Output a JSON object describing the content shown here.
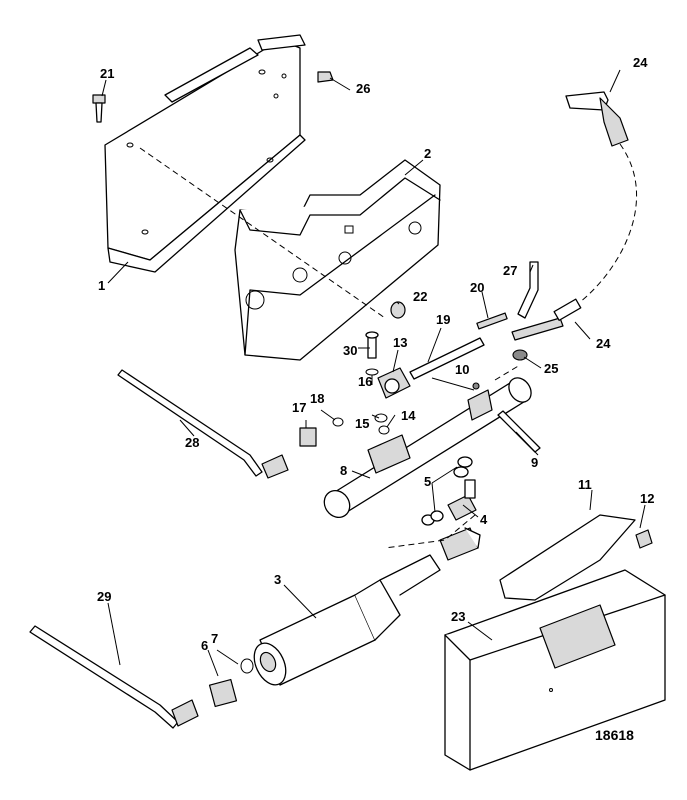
{
  "figure_number": "18618",
  "callouts": {
    "c1": "1",
    "c2": "2",
    "c3": "3",
    "c4": "4",
    "c5": "5",
    "c6": "6",
    "c7": "7",
    "c8": "8",
    "c9": "9",
    "c10": "10",
    "c11": "11",
    "c12": "12",
    "c13": "13",
    "c14": "14",
    "c15": "15",
    "c16": "16",
    "c17": "17",
    "c18": "18",
    "c19": "19",
    "c20": "20",
    "c21": "21",
    "c22": "22",
    "c23": "23",
    "c24a": "24",
    "c24b": "24",
    "c25": "25",
    "c26": "26",
    "c27": "27",
    "c28": "28",
    "c29": "29",
    "c30": "30"
  }
}
